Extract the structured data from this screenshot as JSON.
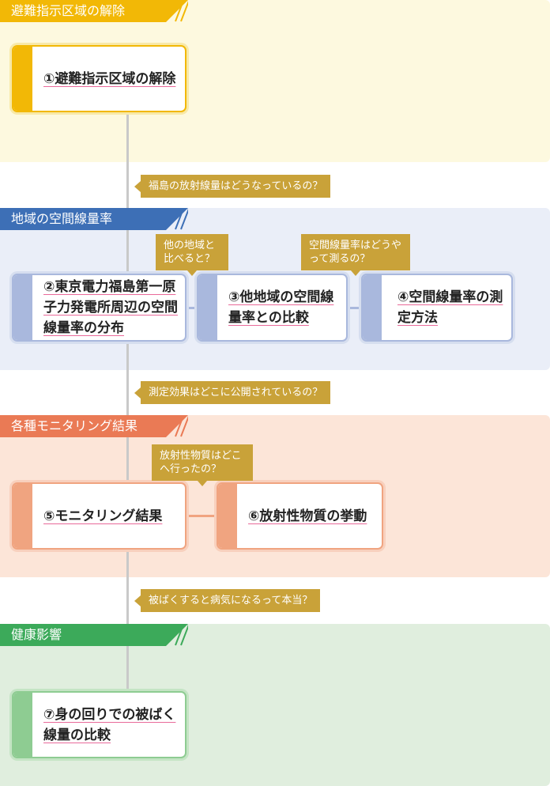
{
  "sections": {
    "evacuation": {
      "header": "避難指示区域の解除",
      "color": "#f2b806"
    },
    "air_dose": {
      "header": "地域の空間線量率",
      "color": "#3d6fb6"
    },
    "monitoring": {
      "header": "各種モニタリング結果",
      "color": "#ea7a55"
    },
    "health": {
      "header": "健康影響",
      "color": "#3caa5a"
    }
  },
  "boxes": {
    "b1": "①避難指示区域の解除",
    "b2": "②東京電力福島第一原子力発電所周辺の空間線量率の分布",
    "b3": "③他地域の空間線量率との比較",
    "b4": "④空間線量率の測定方法",
    "b5": "⑤モニタリング結果",
    "b6": "⑥放射性物質の挙動",
    "b7": "⑦身の回りでの被ばく線量の比較"
  },
  "questions": {
    "q1": "福島の放射線量はどうなっているの？",
    "q2": "他の地域と比べると？",
    "q3": "空間線量率はどうやって測るの？",
    "q4": "測定効果はどこに公開されているの？",
    "q5": "放射性物質はどこへ行ったの？",
    "q6": "被ばくすると病気になるって本当？"
  }
}
